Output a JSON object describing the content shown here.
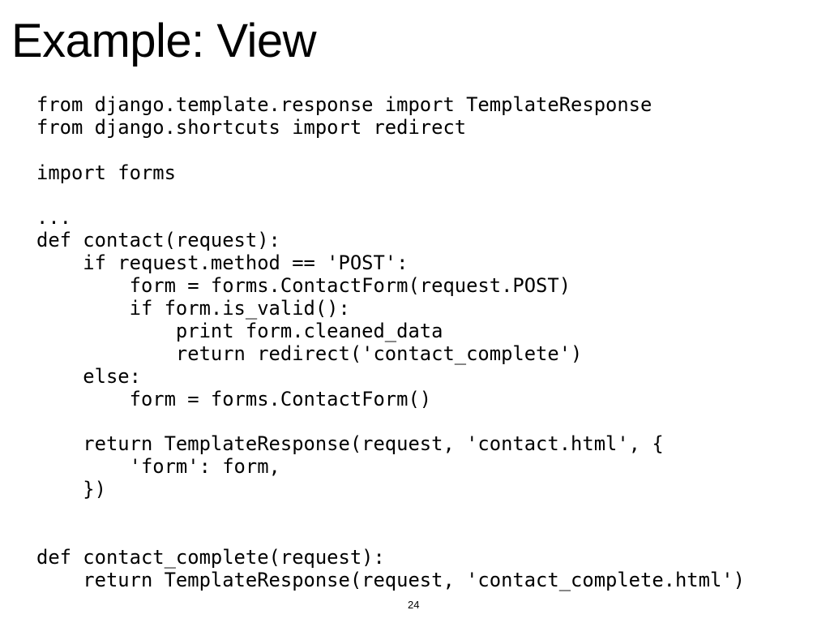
{
  "slide": {
    "title": "Example: View",
    "code_lines": [
      "from django.template.response import TemplateResponse",
      "from django.shortcuts import redirect",
      "",
      "import forms",
      "",
      "...",
      "def contact(request):",
      "    if request.method == 'POST':",
      "        form = forms.ContactForm(request.POST)",
      "        if form.is_valid():",
      "            print form.cleaned_data",
      "            return redirect('contact_complete')",
      "    else:",
      "        form = forms.ContactForm()",
      "",
      "    return TemplateResponse(request, 'contact.html', {",
      "        'form': form,",
      "    })",
      "",
      "",
      "def contact_complete(request):",
      "    return TemplateResponse(request, 'contact_complete.html')"
    ],
    "page_number": "24"
  }
}
